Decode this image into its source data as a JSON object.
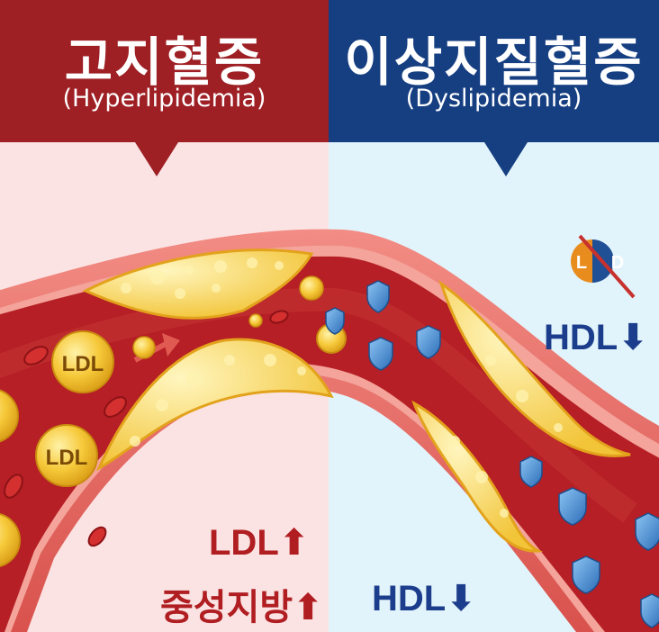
{
  "left_panel": {
    "title_ko": "고지혈증",
    "title_en": "(Hyperlipidemia)",
    "ldl_label": "LDL",
    "triglyceride_label": "중성지방",
    "arrow_up": "⬆",
    "particle_text": "LDL"
  },
  "right_panel": {
    "title_ko": "이상지질혈증",
    "title_en": "(Dyslipidemia)",
    "hdl_label": "HDL",
    "hdl_label_bottom": "HDL",
    "arrow_down": "⬇",
    "icon_left_letter": "L",
    "icon_right_letter": "D"
  },
  "colors": {
    "left_header": "#9e1f24",
    "right_header": "#163f82",
    "left_background": "#fbe3e3",
    "right_background": "#e2f4fb",
    "vessel_wall": "#e96a67",
    "blood": "#b51f25",
    "plaque": "#f3c94a",
    "ldl_particle": "#f2bf2b",
    "hdl_shield": "#3d85cf"
  },
  "icons": {
    "particles": "ldl-particle-icon",
    "shields": "hdl-shield-icon",
    "ld_badge": "ld-crossed-icon"
  }
}
